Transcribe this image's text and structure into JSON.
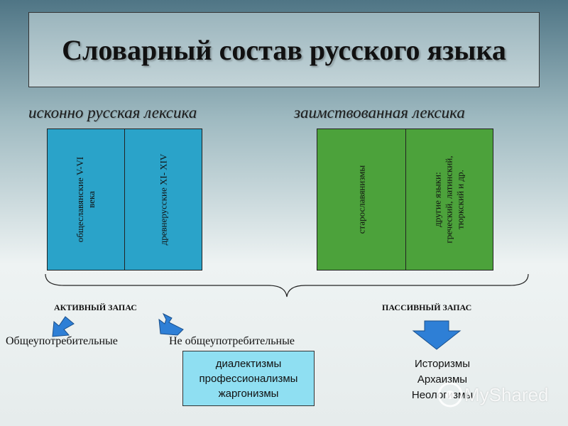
{
  "title": "Словарный состав русского языка",
  "native": {
    "label": "исконно русская лексика",
    "columns": [
      {
        "line1": "общеславянские V-VI",
        "line2": "века"
      },
      {
        "line1": "древнерусские XI- XIV",
        "line2": ""
      }
    ]
  },
  "borrowed": {
    "label": "заимствованная лексика",
    "columns": [
      {
        "line1": "старославянизмы",
        "line2": "",
        "line3": ""
      },
      {
        "line1": "другие языки:",
        "line2": "греческий, латинский,",
        "line3": "тюркский и др."
      }
    ]
  },
  "active": {
    "label": "АКТИВНЫЙ ЗАПАС",
    "common": "Общеупотребительные",
    "uncommon": "Не общеупотребительные",
    "uncommon_items": [
      "диалектизмы",
      "профессионализмы",
      "жаргонизмы"
    ]
  },
  "passive": {
    "label": "ПАССИВНЫЙ ЗАПАС",
    "items": [
      "Историзмы",
      "Архаизмы",
      "Неологизмы"
    ]
  },
  "watermark": "MyShared",
  "colors": {
    "blue_column": "#2aa3c9",
    "green_column": "#4ca23b",
    "list_box": "#8fdff2",
    "arrow": "#2e7fd6"
  }
}
